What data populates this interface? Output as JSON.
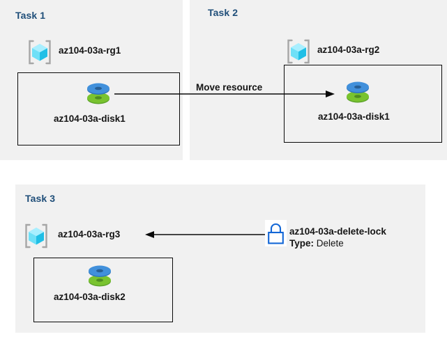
{
  "colors": {
    "panel_bg": "#f1f1f1",
    "page_bg": "#ffffff",
    "title_blue": "#1f4e79",
    "text_black": "#141414",
    "border_black": "#0a0a0a",
    "rg_cube_light": "#8fe8fb",
    "rg_cube_mid": "#46d3f2",
    "rg_cube_dark": "#17b6de",
    "rg_bracket_gray": "#a6a6a6",
    "disk_blue": "#3f8fd8",
    "disk_green": "#6fb92c",
    "lock_blue": "#1266d6"
  },
  "tasks": [
    {
      "title": "Task 1",
      "resource_group": {
        "icon": "resource-group-icon",
        "label": "az104-03a-rg1"
      },
      "box": {
        "resource": {
          "icon": "disk-icon",
          "label": "az104-03a-disk1"
        }
      }
    },
    {
      "title": "Task 2",
      "resource_group": {
        "icon": "resource-group-icon",
        "label": "az104-03a-rg2"
      },
      "box": {
        "resource": {
          "icon": "disk-icon",
          "label": "az104-03a-disk1"
        }
      }
    },
    {
      "title": "Task 3",
      "resource_group": {
        "icon": "resource-group-icon",
        "label": "az104-03a-rg3"
      },
      "box": {
        "resource": {
          "icon": "disk-icon",
          "label": "az104-03a-disk2"
        }
      },
      "lock": {
        "icon": "lock-icon",
        "label": "az104-03a-delete-lock",
        "type_key": "Type:",
        "type_value": "Delete"
      }
    }
  ],
  "connectors": {
    "move_resource": {
      "label": "Move resource",
      "direction": "right",
      "from": "az104-03a-disk1",
      "to": "az104-03a-rg2"
    },
    "lock_applies": {
      "label": "",
      "direction": "left",
      "from": "az104-03a-delete-lock",
      "to": "az104-03a-rg3"
    }
  }
}
